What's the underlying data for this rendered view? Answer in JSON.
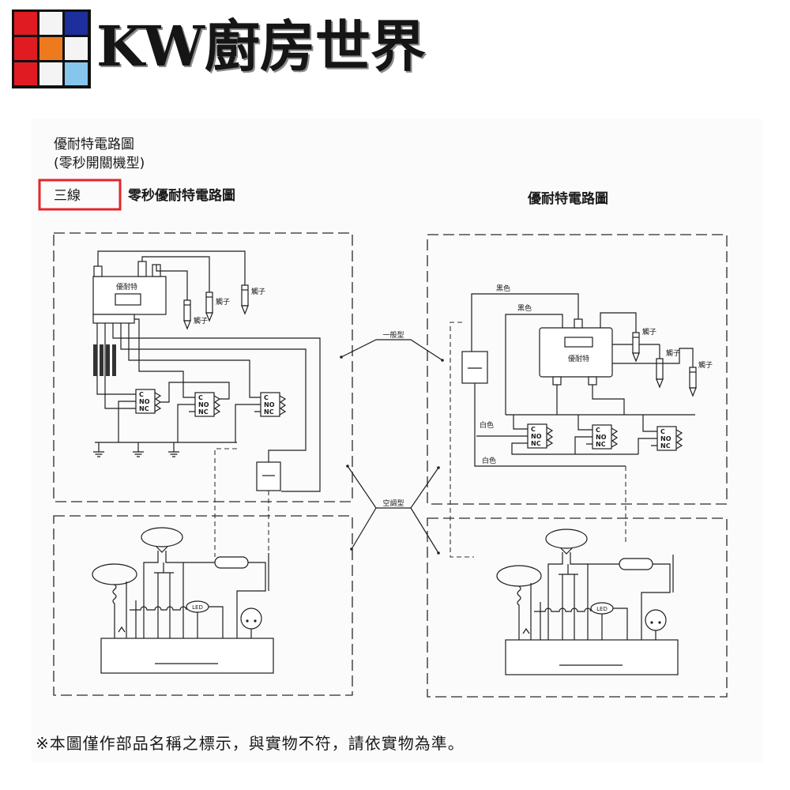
{
  "logo": {
    "text": "KW廚房世界",
    "tiles": [
      "#e01b22",
      "#f4f4f4",
      "#1d2f9c",
      "#e01b22",
      "#ee7a1e",
      "#f4f4f4",
      "#e01b22",
      "#f4f4f4",
      "#86c6ec"
    ]
  },
  "doc": {
    "title_line1": "優耐特電路圖",
    "title_line2": "(零秒開關機型)",
    "badge": "三線",
    "badge_color": "#e3262a",
    "left_heading": "零秒優耐特電路圖",
    "right_heading": "優耐特電路圖",
    "type_general": "一般型",
    "type_aircon": "空調型",
    "footer_note": "※本圖僅作部品名稱之標示，與實物不符，請依實物為準。"
  },
  "left_top": {
    "unit_label": "優耐特",
    "probe_labels": [
      "觸子",
      "觸子",
      "觸子"
    ],
    "relays": [
      {
        "terminals": [
          "C",
          "NO",
          "NC"
        ]
      },
      {
        "terminals": [
          "C",
          "NO",
          "NC"
        ]
      },
      {
        "terminals": [
          "C",
          "NO",
          "NC"
        ]
      }
    ]
  },
  "right_top": {
    "unit_label": "優耐特",
    "wire_labels": [
      "黑色",
      "黑色",
      "白色",
      "白色"
    ],
    "probe_labels": [
      "觸子",
      "觸子",
      "觸子"
    ],
    "relays": [
      {
        "terminals": [
          "C",
          "NO",
          "NC"
        ]
      },
      {
        "terminals": [
          "C",
          "NO",
          "NC"
        ]
      },
      {
        "terminals": [
          "C",
          "NO",
          "NC"
        ]
      }
    ]
  },
  "left_bottom": {
    "led_label": "LED"
  },
  "right_bottom": {
    "led_label": "LED"
  }
}
